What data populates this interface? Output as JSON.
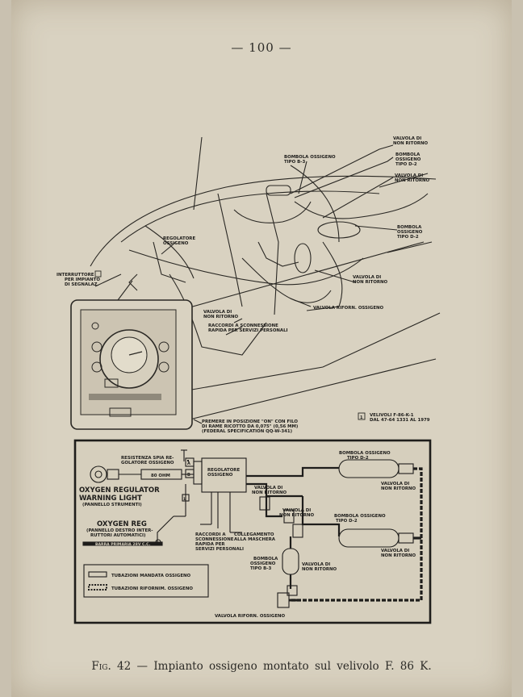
{
  "page": {
    "number": "— 100 —"
  },
  "figure_top": {
    "labels": {
      "valvola_non_ritorno_1": [
        "VALVOLA DI",
        "NON RITORNO"
      ],
      "bombola_d2_1": [
        "BOMBOLA",
        "OSSIGENO",
        "TIPO D-2"
      ],
      "valvola_non_ritorno_2": [
        "VALVOLA DI",
        "NON RITORNO"
      ],
      "bombola_b3": [
        "BOMBOLA OSSIGENO",
        "TIPO B-3"
      ],
      "bombola_d2_2": [
        "BOMBOLA",
        "OSSIGENO",
        "TIPO D-2"
      ],
      "regolatore": [
        "REGOLATORE",
        "OSSIGENO"
      ],
      "interruttore": [
        "INTERRUTTORE",
        "PER IMPIANTO",
        "DI SEGNALAZ."
      ],
      "valvola_non_ritorno_3": [
        "VALVOLA DI",
        "NON RITORNO"
      ],
      "valvola_riforn": "VALVOLA RIFORN. OSSIGENO",
      "valvola_non_ritorno_4": [
        "VALVOLA DI",
        "NON RITORNO"
      ],
      "raccordi": [
        "RACCORDI A SCONNESSIONE",
        "RAPIDA PER SERVIZI PERSONALI"
      ],
      "note_marker": "1",
      "note_velivoli": [
        "VELIVOLI F-86-K-1",
        "DAL 47-64 1331 AL 1979"
      ],
      "note_premere": [
        "PREMERE IN POSIZIONE \"ON\" CON FILO",
        "DI RAME RICOTTO DA 0,075\" (0,56 MM)",
        "(FEDERAL SPECIFICATION QQ-W-341)"
      ]
    }
  },
  "figure_bottom": {
    "labels": {
      "resistenza": [
        "RESISTENZA SPIA RE-",
        "GOLATORE OSSIGENO"
      ],
      "ohm": "80 OHM",
      "regolatore": [
        "REGOLATORE",
        "OSSIGENO"
      ],
      "bombola_d2_top": [
        "BOMBOLA OSSIGENO",
        "TIPO D-2"
      ],
      "oxygen_warning": [
        "OXYGEN REGULATOR",
        "WARNING LIGHT"
      ],
      "pannello_strumenti": "(PANNELLO STRUMENTI)",
      "valvola_nr_a": [
        "VALVOLA DI",
        "NON RITORNO"
      ],
      "valvola_nr_b": [
        "VALVOLA DI",
        "NON RITORNO"
      ],
      "valvola_nr_c": [
        "VALVOLA DI",
        "NON RITORNO"
      ],
      "bombola_d2_mid": [
        "BOMBOLA OSSIGENO",
        "TIPO D-2"
      ],
      "oxygen_reg": "OXYGEN REG",
      "pannello_destro": [
        "(PANNELLO DESTRO INTER-",
        "RUTTORI AUTOMATICI)"
      ],
      "barra": "BARRA PRIMARIA 28V C.C.",
      "raccordi": [
        "RACCORDI A",
        "SCONNESSIONE",
        "RAPIDA PER",
        "SERVIZI PERSONALI"
      ],
      "collegamento": [
        "COLLEGAMENTO",
        "ALLA MASCHERA"
      ],
      "valvola_nr_d": [
        "VALVOLA DI",
        "NON RITORNO"
      ],
      "bombola_b3": [
        "BOMBOLA",
        "OSSIGENO",
        "TIPO B-3"
      ],
      "valvola_nr_e": [
        "VALVOLA DI",
        "NON RITORNO"
      ],
      "legend_mandata": "TUBAZIONI MANDATA OSSIGENO",
      "legend_riforn": "TUBAZIONI RIFORNIM. OSSIGENO",
      "valvola_riforn": "VALVOLA RIFORN. OSSIGENO",
      "connector_a": "A",
      "connector_b": "B",
      "marker": "1"
    }
  },
  "caption": {
    "fig": "Fig. 42",
    "dash": "—",
    "text": "Impianto ossigeno montato sul velivolo F. 86 K."
  }
}
